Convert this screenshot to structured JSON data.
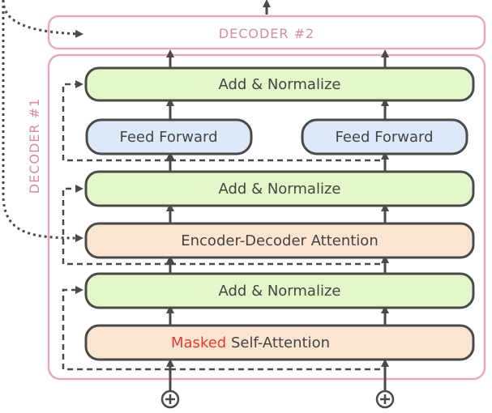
{
  "decoder2": {
    "label": "DECODER #2"
  },
  "decoder1": {
    "label": "DECODER #1"
  },
  "blocks": {
    "add_norm_top": "Add & Normalize",
    "feed_forward_left": "Feed Forward",
    "feed_forward_right": "Feed Forward",
    "add_norm_mid": "Add & Normalize",
    "enc_dec_attention": "Encoder-Decoder Attention",
    "add_norm_bottom": "Add & Normalize",
    "masked_word": "Masked",
    "self_attention": " Self-Attention"
  },
  "colors": {
    "decoder_border": "#e8a8c4",
    "decoder_label": "#d58aa9",
    "add_norm_fill": "#e4f7c8",
    "feed_forward_fill": "#dbe9f8",
    "attention_fill": "#fbe5d1",
    "stroke": "#4a4a4a",
    "masked_text": "#e53935"
  }
}
